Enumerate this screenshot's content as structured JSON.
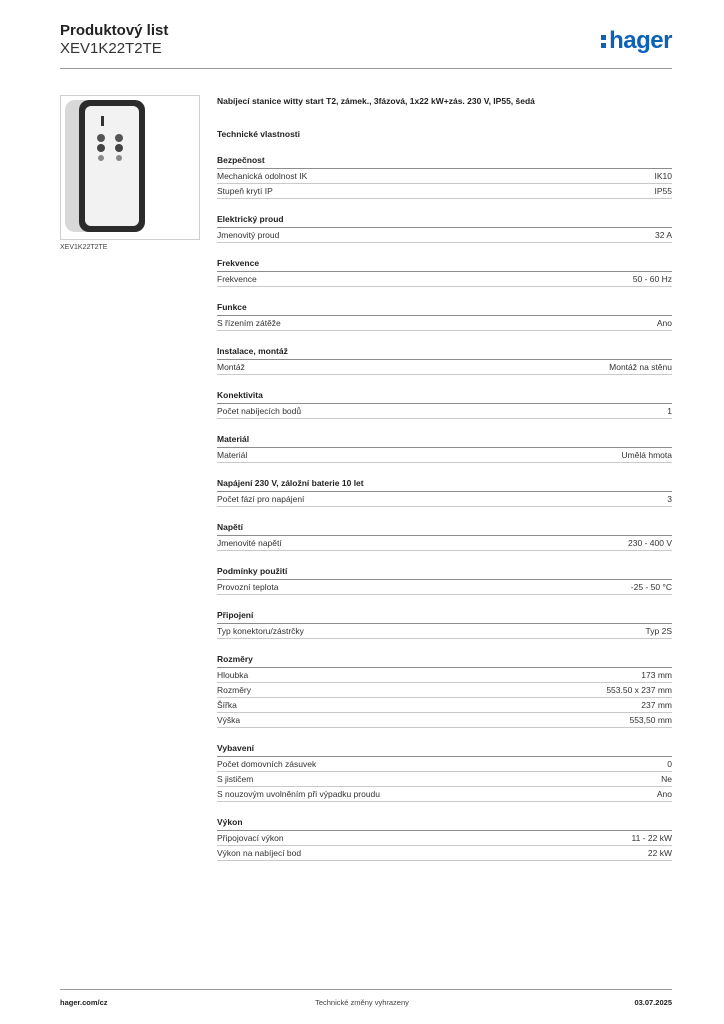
{
  "header": {
    "title": "Produktový list",
    "subtitle": "XEV1K22T2TE",
    "logo_text": "hager",
    "brand_color": "#0b62b8"
  },
  "product": {
    "image_caption": "XEV1K22T2TE",
    "description": "Nabíjecí stanice witty start T2, zámek., 3fázová, 1x22 kW+zás. 230 V, IP55, šedá"
  },
  "specs": {
    "heading": "Technické vlastnosti",
    "groups": [
      {
        "title": "Bezpečnost",
        "rows": [
          {
            "k": "Mechanická odolnost IK",
            "v": "IK10"
          },
          {
            "k": "Stupeň krytí IP",
            "v": "IP55"
          }
        ]
      },
      {
        "title": "Elektrický proud",
        "rows": [
          {
            "k": "Jmenovitý proud",
            "v": "32 A"
          }
        ]
      },
      {
        "title": "Frekvence",
        "rows": [
          {
            "k": "Frekvence",
            "v": "50 - 60 Hz"
          }
        ]
      },
      {
        "title": "Funkce",
        "rows": [
          {
            "k": "S řízením zátěže",
            "v": "Ano"
          }
        ]
      },
      {
        "title": "Instalace, montáž",
        "rows": [
          {
            "k": "Montáž",
            "v": "Montáž na stěnu"
          }
        ]
      },
      {
        "title": "Konektivita",
        "rows": [
          {
            "k": "Počet nabíjecích bodů",
            "v": "1"
          }
        ]
      },
      {
        "title": "Materiál",
        "rows": [
          {
            "k": "Materiál",
            "v": "Umělá hmota"
          }
        ]
      },
      {
        "title": "Napájení 230 V, záložní baterie 10 let",
        "rows": [
          {
            "k": "Počet fází pro napájení",
            "v": "3"
          }
        ]
      },
      {
        "title": "Napětí",
        "rows": [
          {
            "k": "Jmenovité napětí",
            "v": "230 - 400 V"
          }
        ]
      },
      {
        "title": "Podmínky použití",
        "rows": [
          {
            "k": "Provozní teplota",
            "v": "-25 - 50 °C"
          }
        ]
      },
      {
        "title": "Připojení",
        "rows": [
          {
            "k": "Typ konektoru/zástrčky",
            "v": "Typ 2S"
          }
        ]
      },
      {
        "title": "Rozměry",
        "rows": [
          {
            "k": "Hloubka",
            "v": "173 mm"
          },
          {
            "k": "Rozměry",
            "v": "553.50 x 237 mm"
          },
          {
            "k": "Šířka",
            "v": "237 mm"
          },
          {
            "k": "Výška",
            "v": "553,50 mm"
          }
        ]
      },
      {
        "title": "Vybavení",
        "rows": [
          {
            "k": "Počet domovních zásuvek",
            "v": "0"
          },
          {
            "k": "S jističem",
            "v": "Ne"
          },
          {
            "k": "S nouzovým uvolněním při výpadku proudu",
            "v": "Ano"
          }
        ]
      },
      {
        "title": "Výkon",
        "rows": [
          {
            "k": "Připojovací výkon",
            "v": "11 - 22 kW"
          },
          {
            "k": "Výkon na nabíjecí bod",
            "v": "22 kW"
          }
        ]
      }
    ]
  },
  "footer": {
    "left": "hager.com/cz",
    "center": "Technické změny vyhrazeny",
    "right": "03.07.2025"
  }
}
